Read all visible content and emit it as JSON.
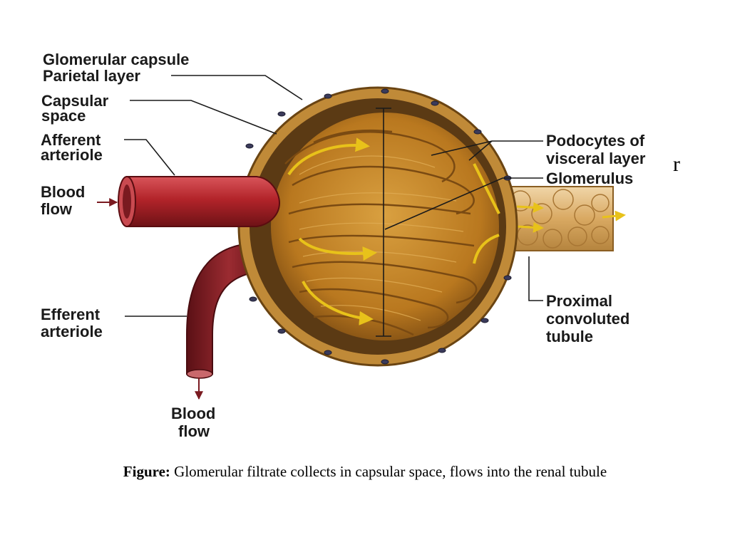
{
  "labels": {
    "glomerular_capsule": "Glomerular capsule",
    "parietal_layer": "Parietal layer",
    "capsular_1": "Capsular",
    "capsular_2": "space",
    "afferent_1": "Afferent",
    "afferent_2": "arteriole",
    "blood_flow_left_1": "Blood",
    "blood_flow_left_2": "flow",
    "efferent_1": "Efferent",
    "efferent_2": "arteriole",
    "blood_flow_bottom_1": "Blood",
    "blood_flow_bottom_2": "flow",
    "podocytes_1": "Podocytes of",
    "podocytes_2": "visceral layer",
    "glomerulus": "Glomerulus",
    "proximal_1": "Proximal",
    "proximal_2": "convoluted",
    "proximal_3": "tubule"
  },
  "stray_char": "r",
  "caption": {
    "prefix": "Figure:",
    "text": " Glomerular filtrate collects in capsular space, flows into the renal tubule"
  },
  "colors": {
    "capsule_outer": "#b07a2c",
    "capsule_space": "#5b3a14",
    "glomerulus": "#c4862a",
    "artery": "#b3242a",
    "efferent": "#7e1c22",
    "tubule": "#e2b87a",
    "arrow": "#e8c21a"
  }
}
